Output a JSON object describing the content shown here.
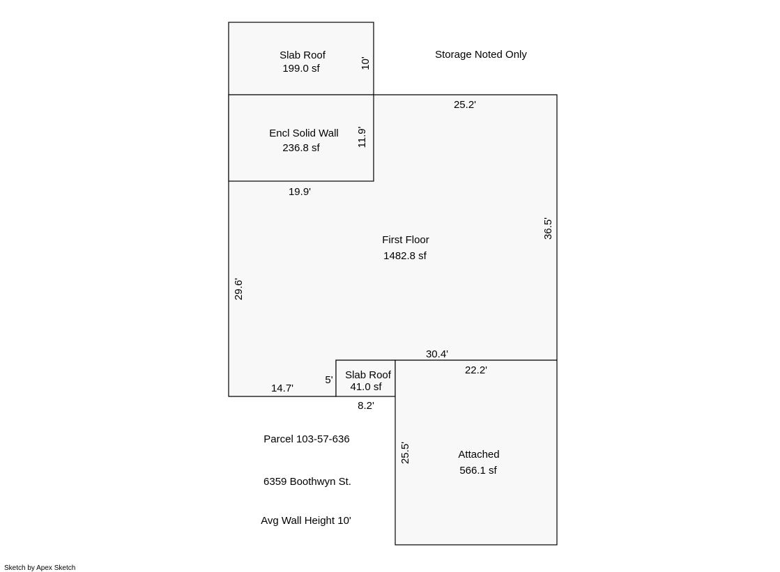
{
  "areas": {
    "slab_roof_top": {
      "name": "Slab Roof",
      "area": "199.0 sf"
    },
    "encl_solid_wall": {
      "name": "Encl Solid Wall",
      "area": "236.8 sf"
    },
    "first_floor": {
      "name": "First Floor",
      "area": "1482.8 sf"
    },
    "slab_roof_small": {
      "name": "Slab Roof",
      "area": "41.0 sf"
    },
    "attached": {
      "name": "Attached",
      "area": "566.1 sf"
    }
  },
  "dimensions": {
    "slab_roof_side": "10'",
    "encl_side": "11.9'",
    "encl_bottom": "19.9'",
    "first_floor_top": "25.2'",
    "first_floor_right": "36.5'",
    "first_floor_left": "29.6'",
    "first_floor_step": "30.4'",
    "first_floor_bottom": "14.7'",
    "small_slab_side": "5'",
    "small_slab_bottom": "8.2'",
    "attached_top": "22.2'",
    "attached_left": "25.5'"
  },
  "notes": {
    "storage": "Storage Noted Only",
    "parcel": "Parcel 103-57-636",
    "address": "6359 Boothwyn St.",
    "wall_height": "Avg Wall Height 10'"
  },
  "footer": "Sketch by Apex Sketch"
}
